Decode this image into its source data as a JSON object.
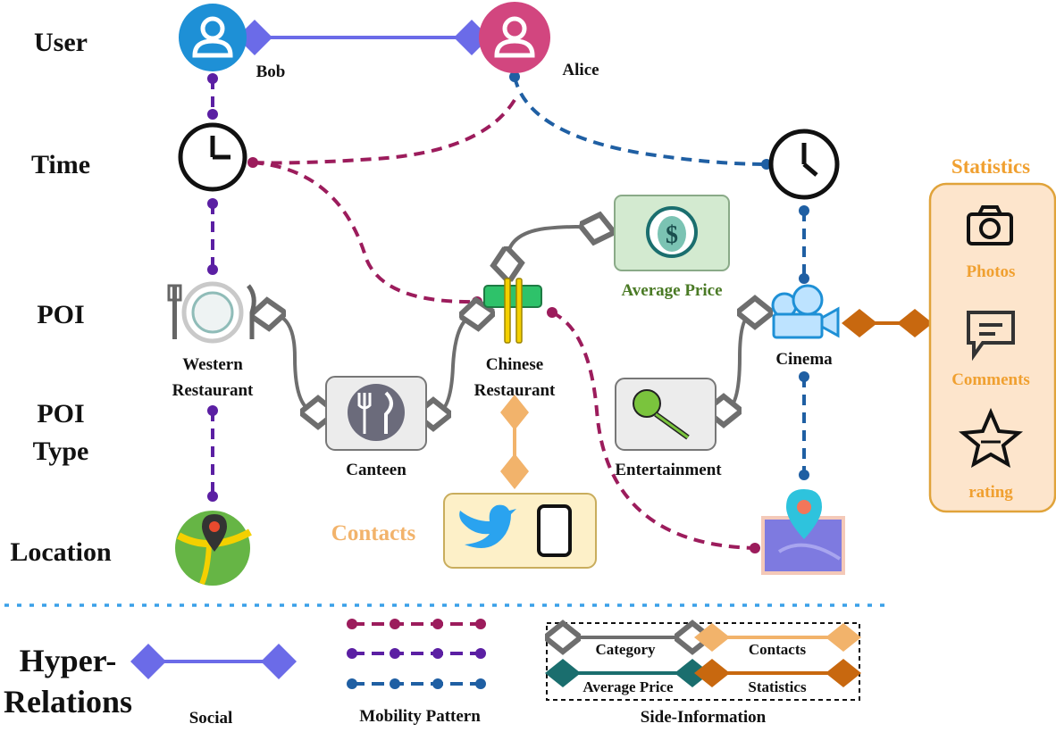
{
  "row_labels": {
    "user": "User",
    "time": "Time",
    "poi": "POI",
    "poi_type_1": "POI",
    "poi_type_2": "Type",
    "location": "Location"
  },
  "users": {
    "bob": "Bob",
    "alice": "Alice"
  },
  "poi": {
    "western_1": "Western",
    "western_2": "Restaurant",
    "chinese_1": "Chinese",
    "chinese_2": "Restaurant",
    "cinema": "Cinema"
  },
  "poi_type": {
    "canteen": "Canteen",
    "entertainment": "Entertainment"
  },
  "side_info": {
    "average_price": "Average Price",
    "contacts": "Contacts"
  },
  "statistics": {
    "title": "Statistics",
    "photos": "Photos",
    "comments": "Comments",
    "rating": "rating"
  },
  "legend": {
    "hyper_1": "Hyper-",
    "hyper_2": "Relations",
    "social": "Social",
    "mobility": "Mobility Pattern",
    "side_information": "Side-Information",
    "category": "Category",
    "contacts": "Contacts",
    "average_price": "Average Price",
    "statistics": "Statistics"
  },
  "colors": {
    "social": "#6b6be8",
    "mobility_1": "#9c1c5c",
    "mobility_2": "#5b1fa3",
    "mobility_3": "#1f5fa3",
    "category": "#6e6e6e",
    "average_price": "#1a6e6e",
    "contacts": "#f2b36b",
    "statistics": "#c8680f",
    "statistics_text": "#f0a030",
    "average_price_text": "#4a7a25"
  }
}
